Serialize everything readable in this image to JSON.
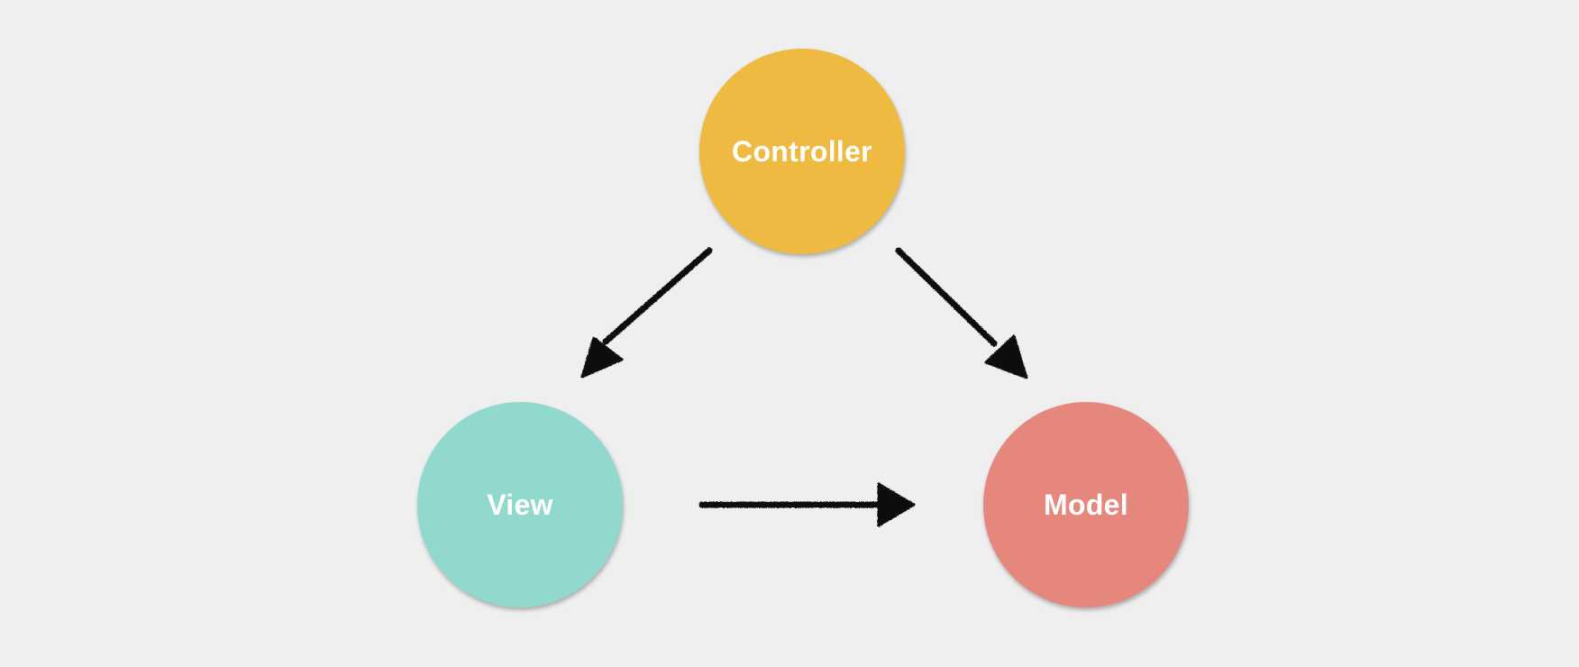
{
  "nodes": {
    "controller": {
      "label": "Controller",
      "color": "#efba42"
    },
    "view": {
      "label": "View",
      "color": "#92d9cd"
    },
    "model": {
      "label": "Model",
      "color": "#e6877d"
    }
  },
  "edges": [
    {
      "from": "controller",
      "to": "view"
    },
    {
      "from": "controller",
      "to": "model"
    },
    {
      "from": "view",
      "to": "model"
    }
  ],
  "colors": {
    "background": "#efefef",
    "arrow": "#111111"
  }
}
